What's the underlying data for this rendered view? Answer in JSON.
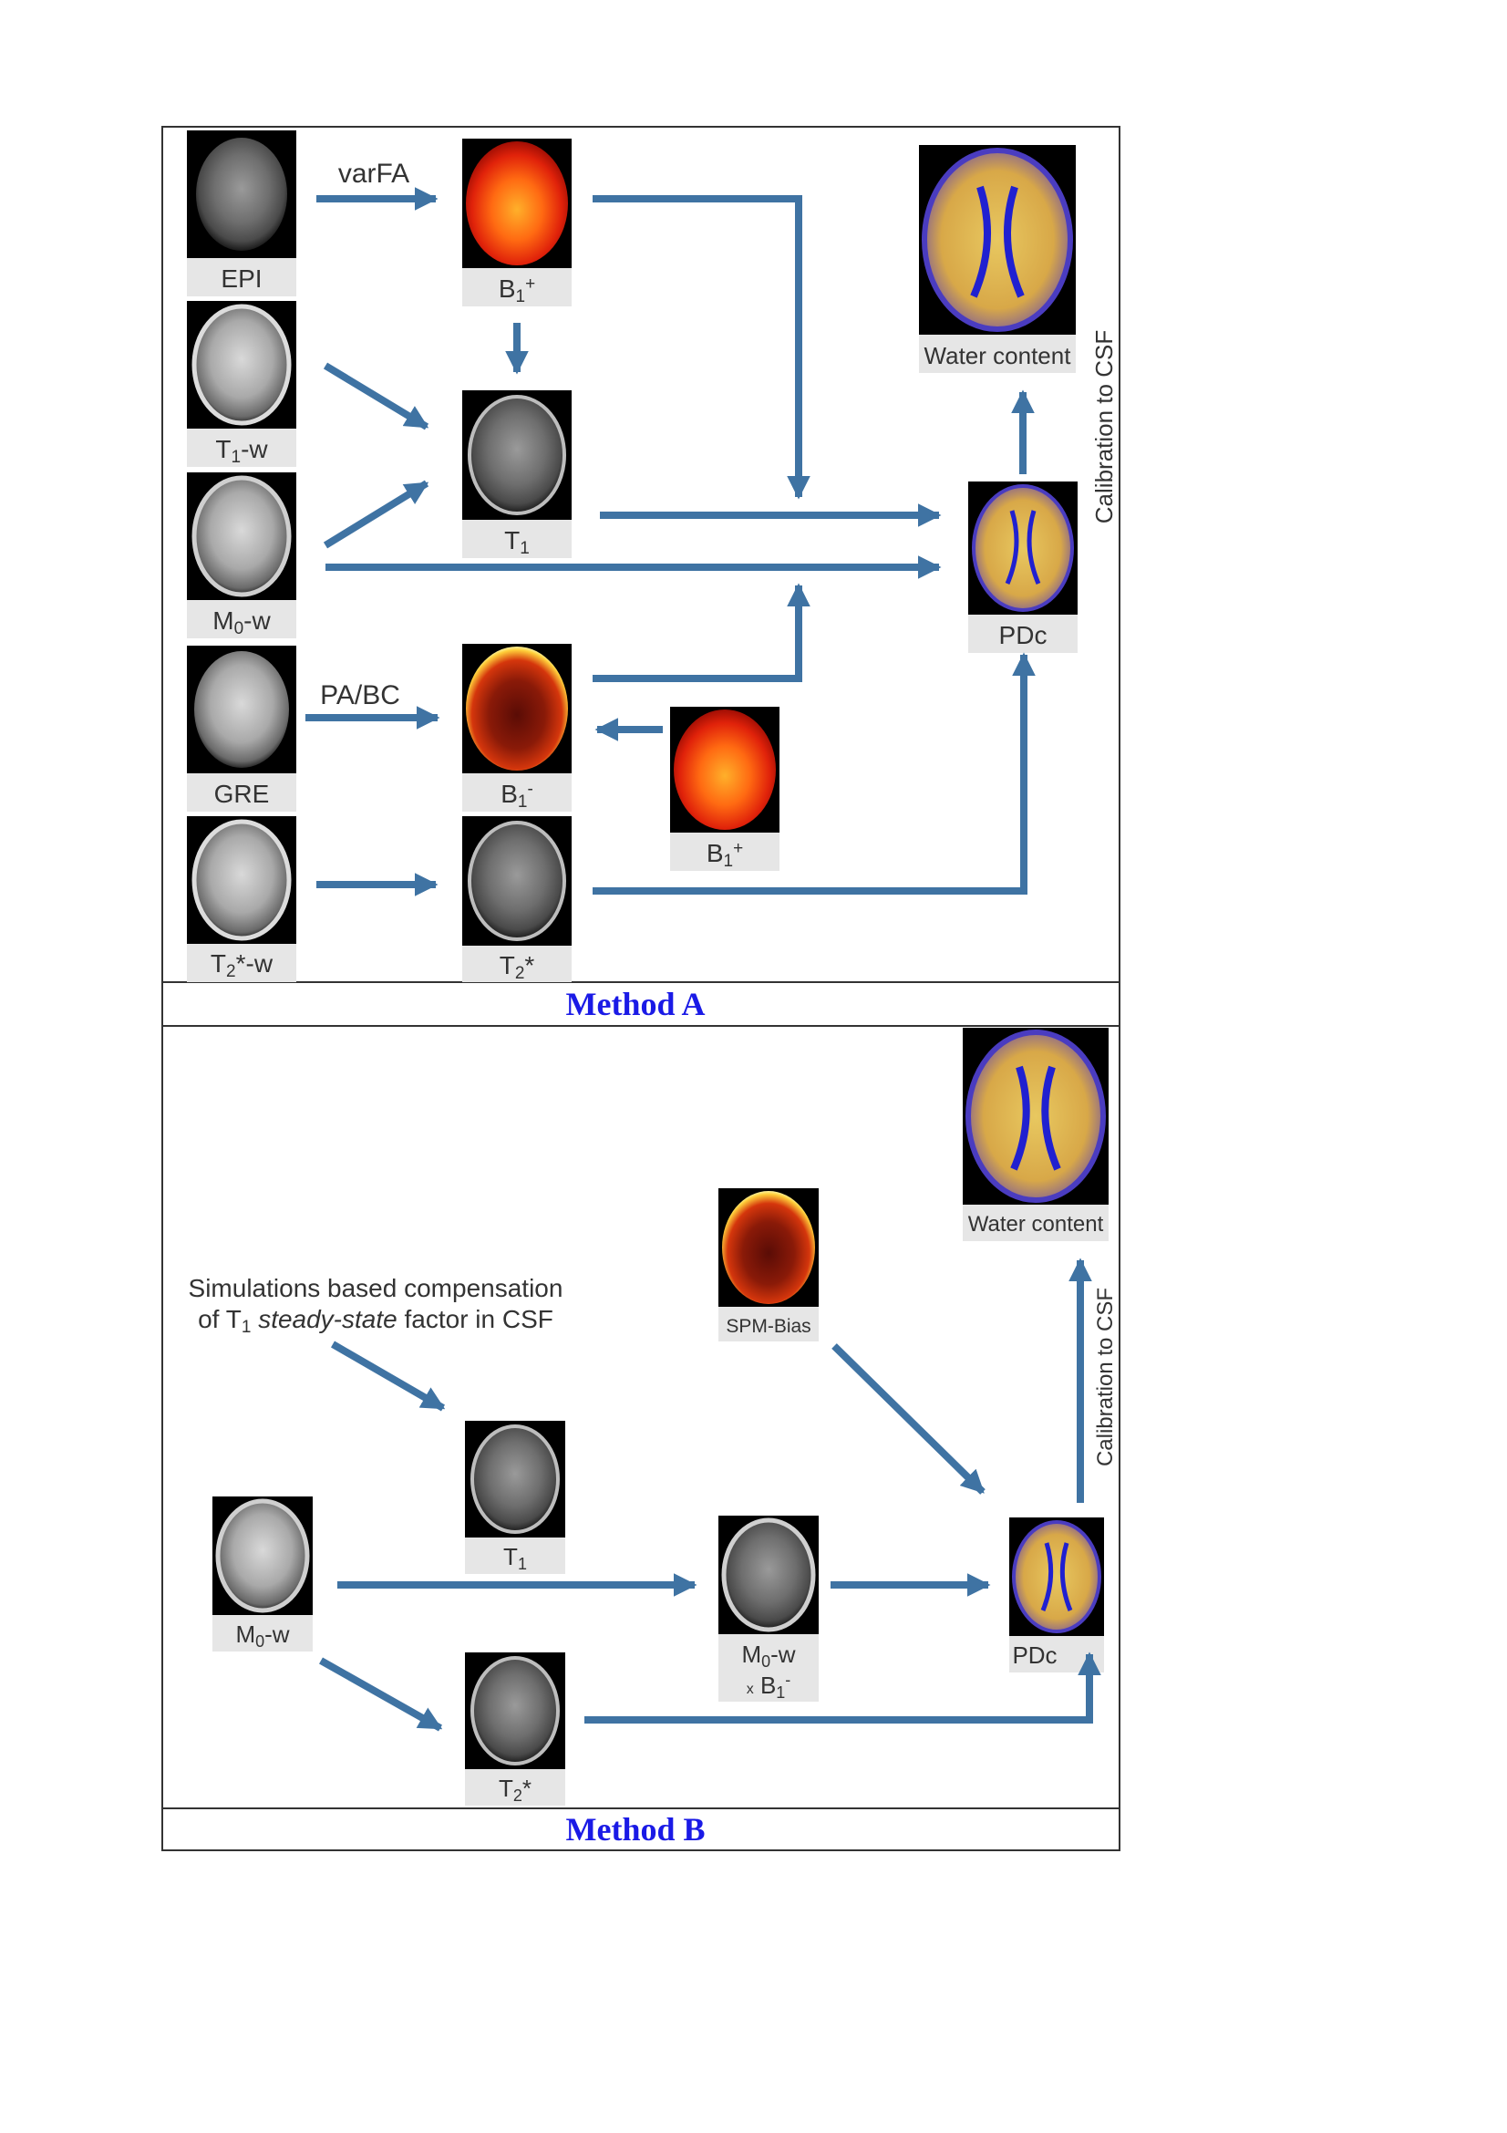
{
  "colors": {
    "arrow": "#3f73a3",
    "method_title": "#1a1ae6",
    "label_bar": "#e6e6e6",
    "frame": "#333333"
  },
  "method_a": {
    "title": "Method A",
    "inputs": [
      {
        "label": "EPI"
      },
      {
        "label": "T1-w",
        "base": "T",
        "sub": "1",
        "rest": "-w"
      },
      {
        "label": "M0-w",
        "base": "M",
        "sub": "0",
        "rest": "-w"
      },
      {
        "label": "GRE"
      },
      {
        "label": "T2*-w",
        "base": "T",
        "sub": "2",
        "rest": "*-w"
      }
    ],
    "arrow_labels": {
      "varfa": "varFA",
      "pabc": "PA/BC"
    },
    "maps": {
      "b1_plus": {
        "base": "B",
        "sub": "1",
        "sup": "+"
      },
      "t1": {
        "base": "T",
        "sub": "1"
      },
      "b1_minus": {
        "base": "B",
        "sub": "1",
        "sup": "-"
      },
      "b1_plus_2": {
        "base": "B",
        "sub": "1",
        "sup": "+"
      },
      "t2star": {
        "base": "T",
        "sub": "2",
        "rest": "*"
      }
    },
    "pdc": "PDc",
    "water_content": "Water content",
    "calibration": "Calibration to CSF"
  },
  "method_b": {
    "title": "Method B",
    "note_line1": "Simulations based compensation",
    "note_line2": {
      "pre": "of T",
      "sub": "1",
      "italic": "steady-state",
      "post": " factor in CSF"
    },
    "t1": {
      "base": "T",
      "sub": "1"
    },
    "m0w": {
      "base": "M",
      "sub": "0",
      "rest": "-w"
    },
    "m0w_b1": {
      "line1_base": "M",
      "line1_sub": "0",
      "line1_rest": "-w",
      "x": "x",
      "base": "B",
      "sub": "1",
      "sup": "-"
    },
    "t2star": {
      "base": "T",
      "sub": "2",
      "rest": "*"
    },
    "spm_bias": "SPM-Bias",
    "pdc": "PDc",
    "water_content": "Water content",
    "calibration": "Calibration to CSF"
  }
}
